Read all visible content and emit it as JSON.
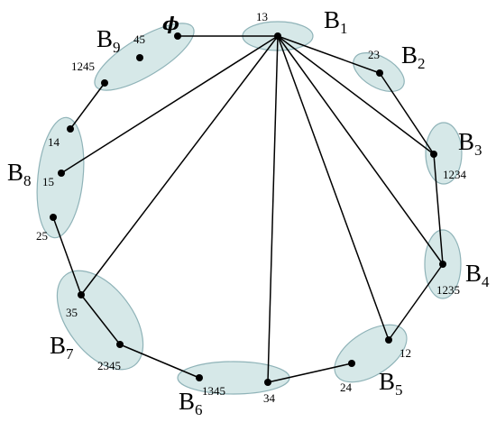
{
  "bags": [
    {
      "id": "b1",
      "letter": "B",
      "index": "1",
      "vertices": [
        "13"
      ]
    },
    {
      "id": "b2",
      "letter": "B",
      "index": "2",
      "vertices": [
        "23"
      ]
    },
    {
      "id": "b3",
      "letter": "B",
      "index": "3",
      "vertices": [
        "1234"
      ]
    },
    {
      "id": "b4",
      "letter": "B",
      "index": "4",
      "vertices": [
        "1235"
      ]
    },
    {
      "id": "b5",
      "letter": "B",
      "index": "5",
      "vertices": [
        "12",
        "24"
      ]
    },
    {
      "id": "b6",
      "letter": "B",
      "index": "6",
      "vertices": [
        "1345",
        "34"
      ]
    },
    {
      "id": "b7",
      "letter": "B",
      "index": "7",
      "vertices": [
        "35",
        "2345"
      ]
    },
    {
      "id": "b8",
      "letter": "B",
      "index": "8",
      "vertices": [
        "14",
        "15",
        "25"
      ]
    },
    {
      "id": "b9",
      "letter": "B",
      "index": "9",
      "vertices": [
        "ϕ",
        "45",
        "1245"
      ]
    }
  ],
  "edges": [
    [
      "13",
      "ϕ"
    ],
    [
      "13",
      "23"
    ],
    [
      "13",
      "1234"
    ],
    [
      "13",
      "1235"
    ],
    [
      "13",
      "12"
    ],
    [
      "13",
      "34"
    ],
    [
      "13",
      "35"
    ],
    [
      "13",
      "15"
    ],
    [
      "23",
      "1234"
    ],
    [
      "1234",
      "1235"
    ],
    [
      "1235",
      "12"
    ],
    [
      "24",
      "34"
    ],
    [
      "1345",
      "2345"
    ],
    [
      "2345",
      "35"
    ],
    [
      "35",
      "25"
    ],
    [
      "14",
      "1245"
    ]
  ]
}
